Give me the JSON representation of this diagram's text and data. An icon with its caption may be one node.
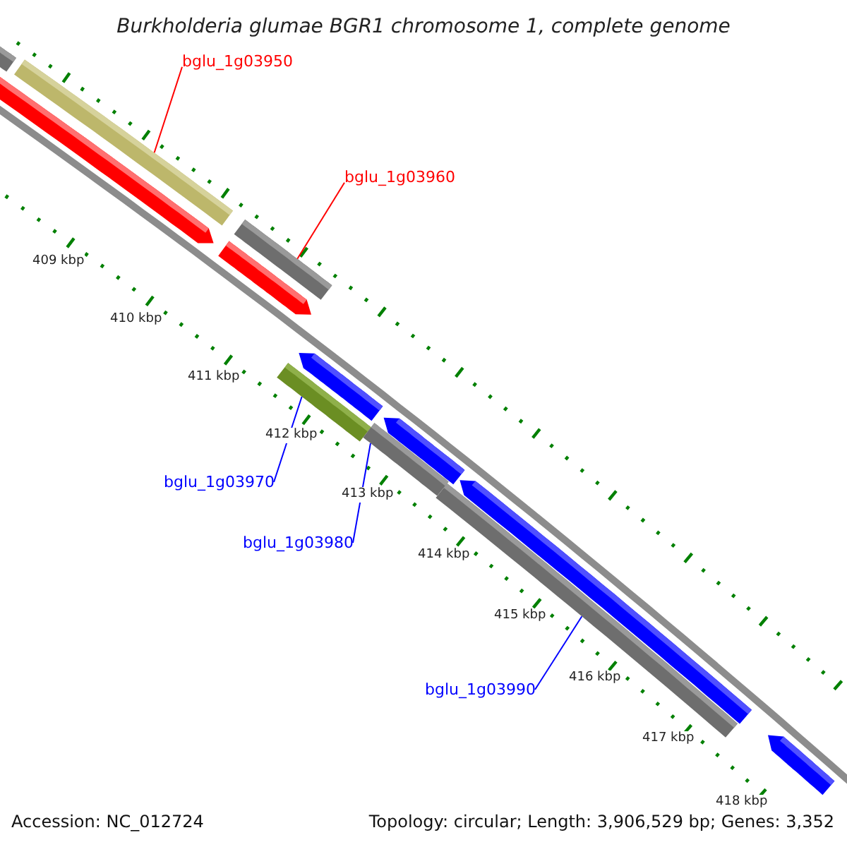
{
  "diagram": {
    "title": "Burkholderia glumae BGR1 chromosome 1, complete genome",
    "nodes": [
      {
        "text": [
          "bglu_1g03950"
        ]
      },
      {
        "text": [
          "bglu_1g03960"
        ]
      },
      {
        "text": [
          "bglu_1g03970"
        ]
      },
      {
        "text": [
          "bglu_1g03980"
        ]
      },
      {
        "text": [
          "bglu_1g03990"
        ]
      },
      {
        "text": [],
        "shape": "bar"
      },
      {
        "text": [],
        "shape": "bar"
      },
      {
        "text": [],
        "shape": "bar"
      },
      {
        "text": [],
        "shape": "bar"
      },
      {
        "text": [],
        "shape": "bar"
      }
    ],
    "edges": [
      {
        "from": 0,
        "to": 5,
        "arrow": "none",
        "color": "#ff0000"
      },
      {
        "from": 1,
        "to": 6,
        "arrow": "none",
        "color": "#ff0000"
      },
      {
        "from": 2,
        "to": 7,
        "arrow": "none"
      },
      {
        "from": 3,
        "to": 8,
        "arrow": "none"
      },
      {
        "from": 4,
        "to": 9,
        "arrow": "none"
      }
    ],
    "labels": [
      "409 kbp",
      "410 kbp",
      "411 kbp",
      "412 kbp",
      "413 kbp",
      "414 kbp",
      "415 kbp",
      "416 kbp",
      "417 kbp",
      "418 kbp",
      "Accession: NC_012724",
      "Topology: circular; Length: 3,906,529 bp; Genes: 3,352"
    ]
  }
}
